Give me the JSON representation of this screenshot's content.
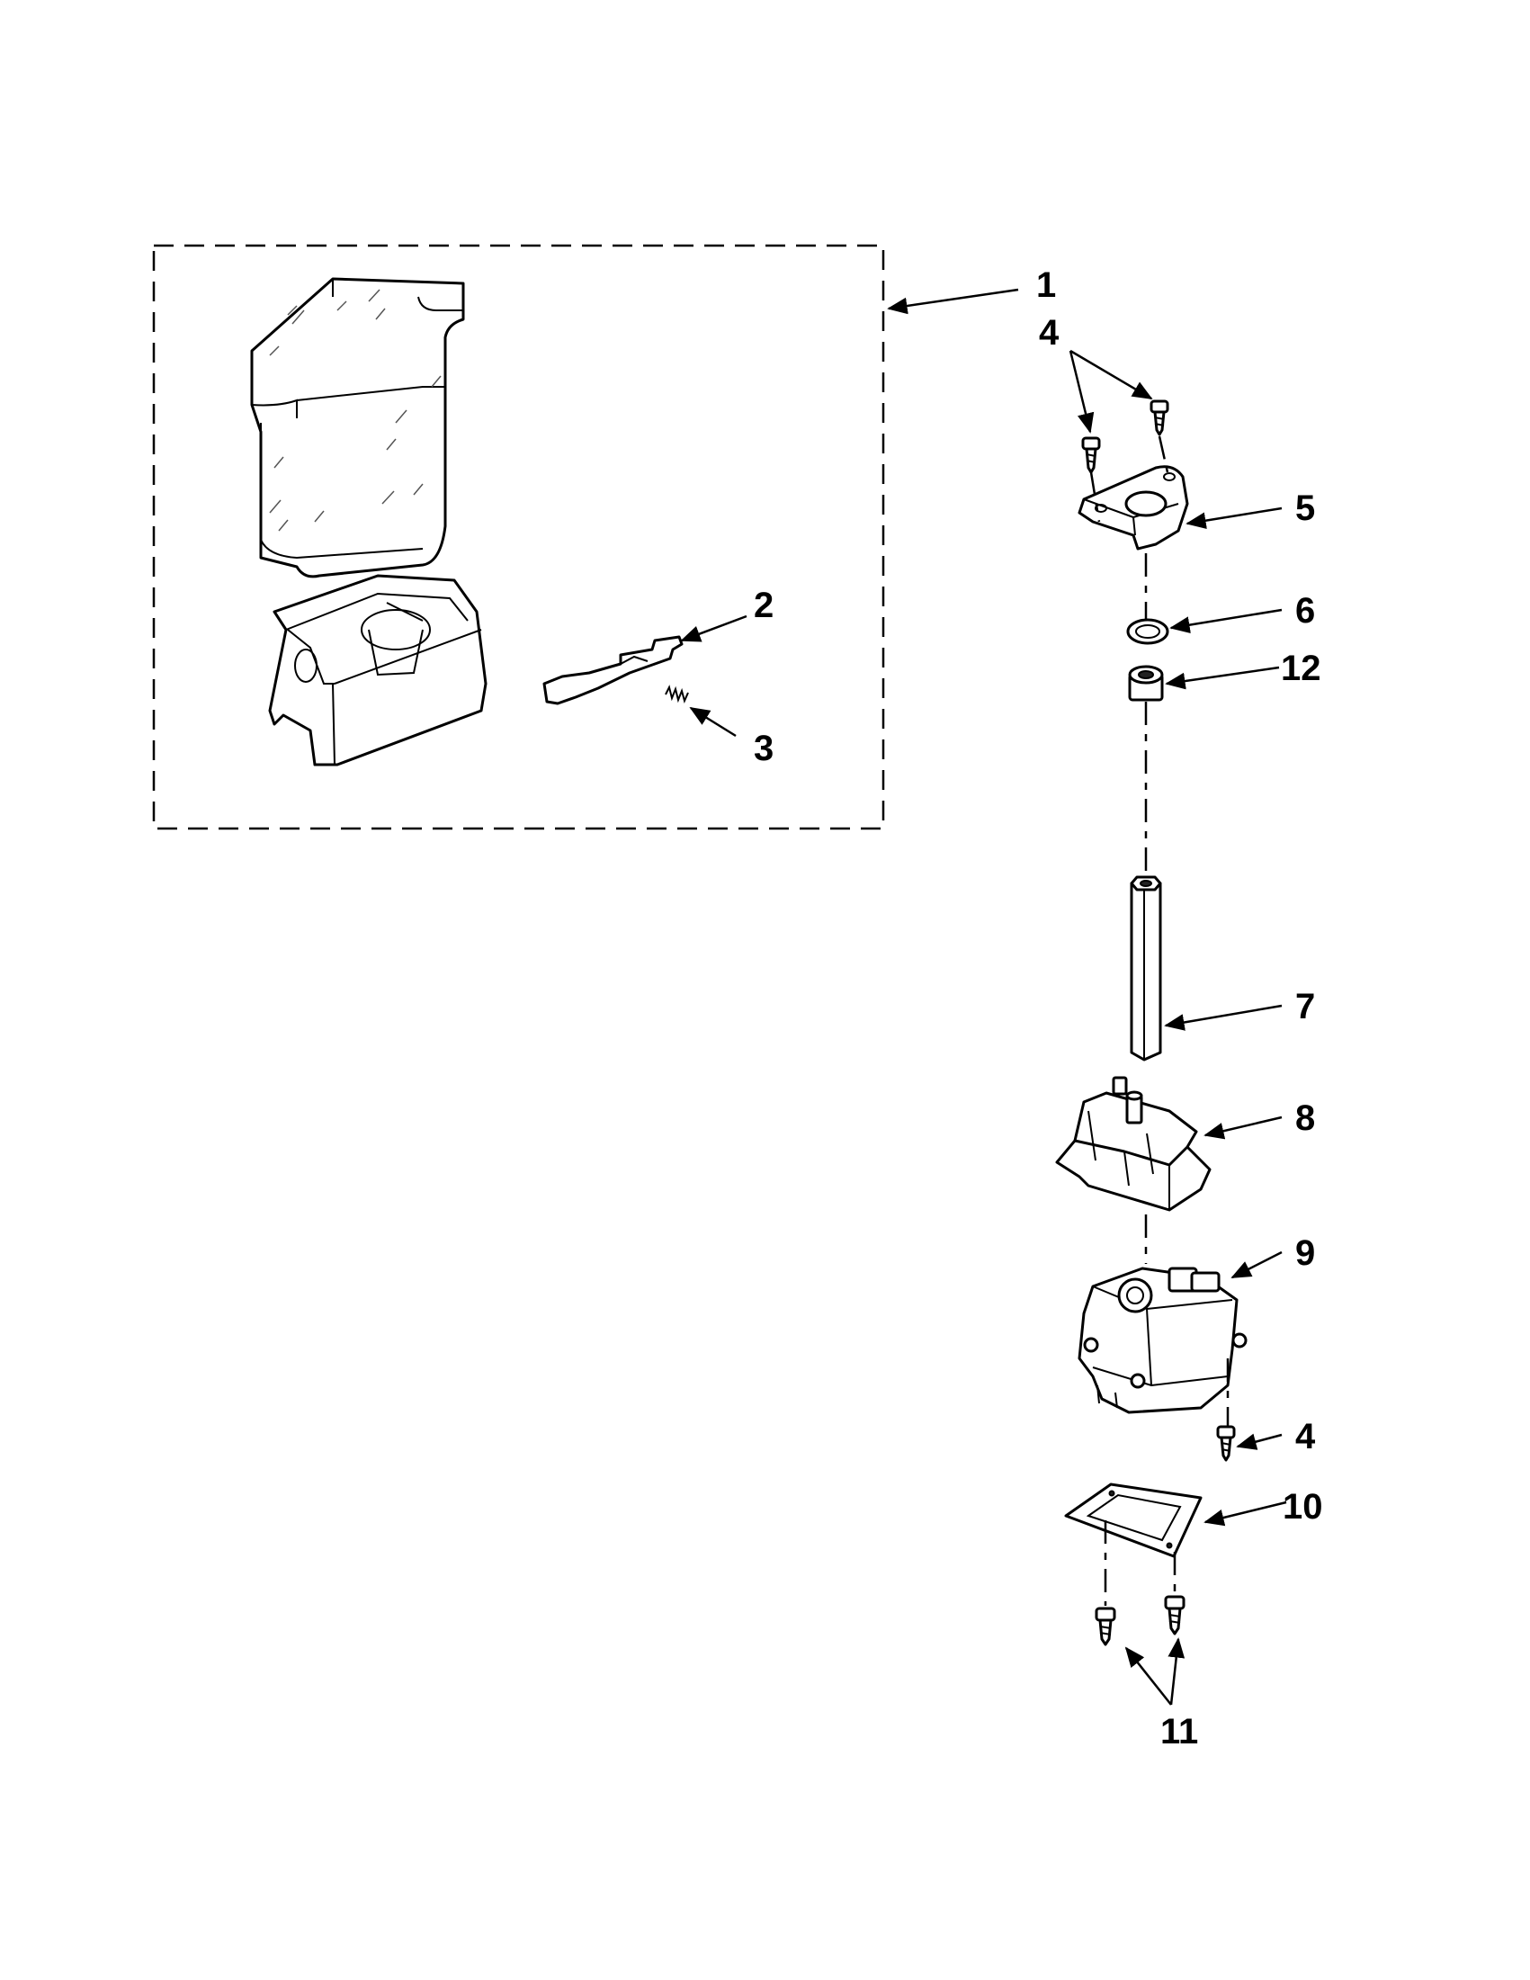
{
  "callouts": {
    "c1": "1",
    "c2": "2",
    "c3": "3",
    "c4_top": "4",
    "c5": "5",
    "c6": "6",
    "c12": "12",
    "c7": "7",
    "c8": "8",
    "c9": "9",
    "c4_bottom": "4",
    "c10": "10",
    "c11": "11"
  }
}
